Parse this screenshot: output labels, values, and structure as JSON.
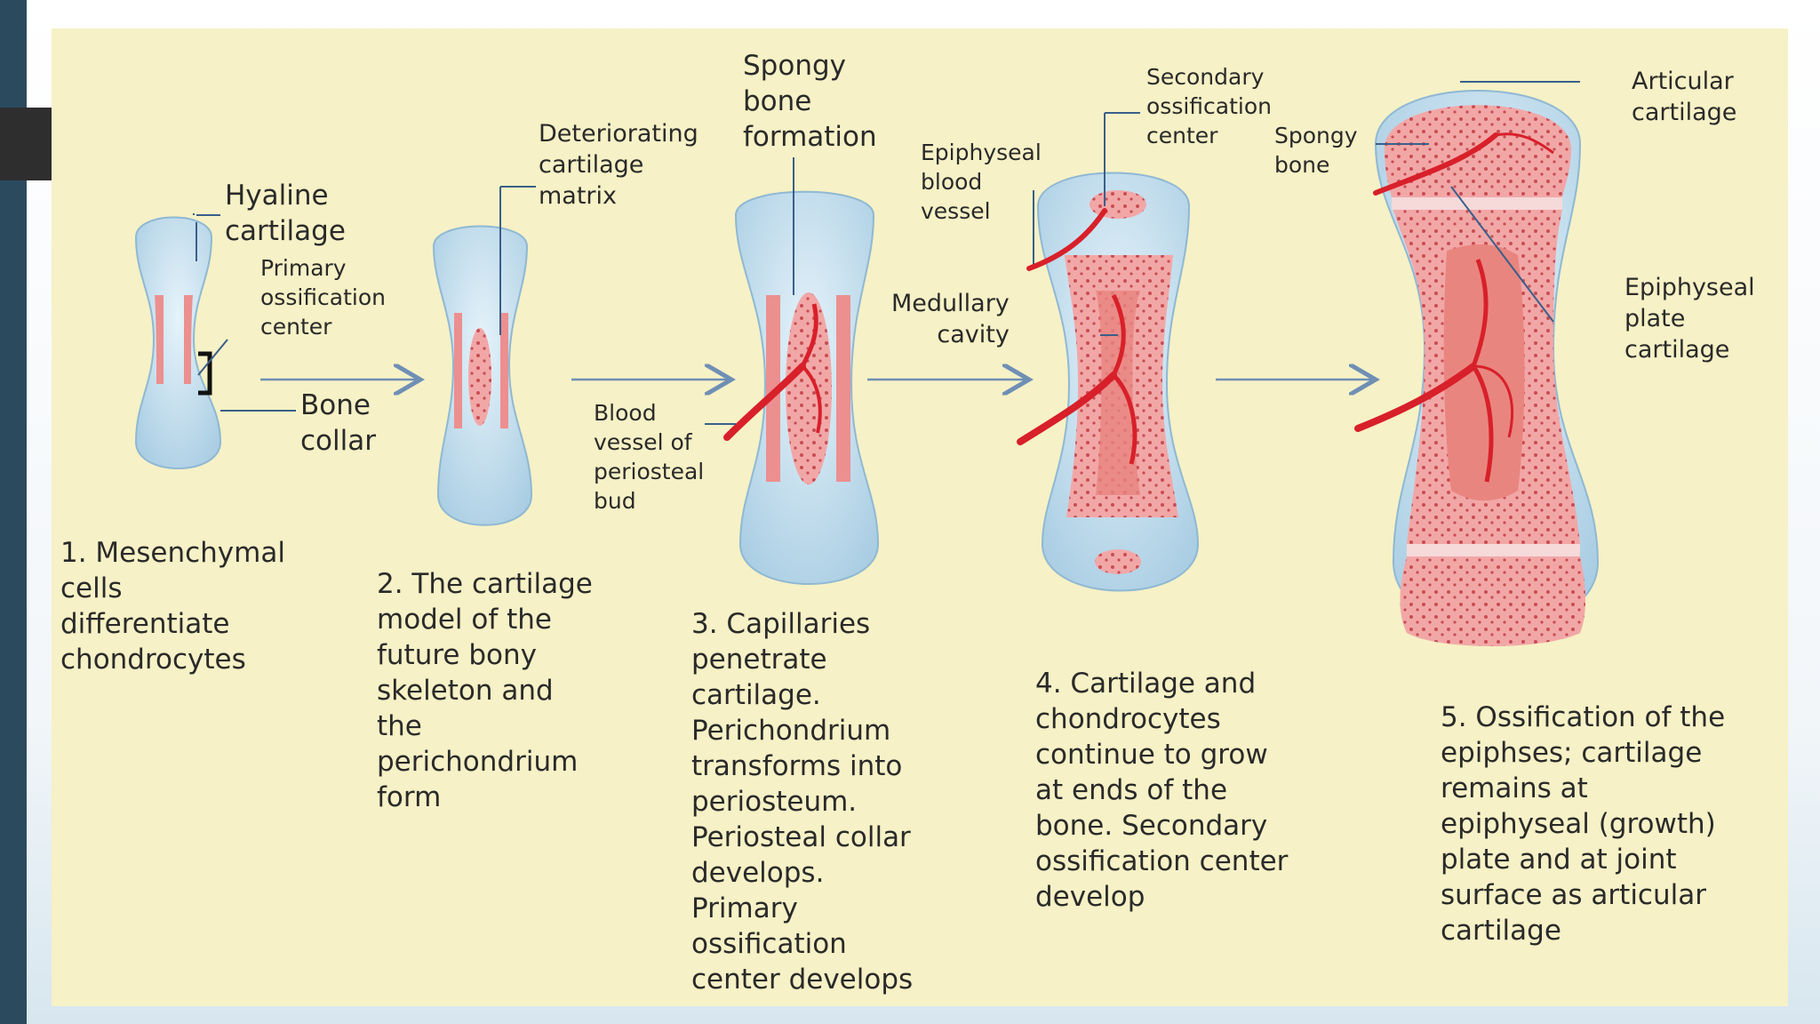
{
  "labels": {
    "hyaline": "Hyaline\ncartilage",
    "primary_center": "Primary\nossification\ncenter",
    "bone_collar": "Bone\ncollar",
    "deteriorating": "Deteriorating\ncartilage\nmatrix",
    "spongy_formation": "Spongy\nbone\nformation",
    "blood_vessel_bud": "Blood\nvessel of\nperiosteal\nbud",
    "epiphyseal_vessel": "Epiphyseal\nblood\nvessel",
    "medullary": "Medullary\ncavity",
    "secondary_center": "Secondary\nossification\ncenter",
    "spongy_bone": "Spongy\nbone",
    "articular": "Articular\ncartilage",
    "epiphyseal_plate": "Epiphyseal\nplate\ncartilage"
  },
  "captions": {
    "step1": "1. Mesenchymal\n    cells\n    differentiate\n    chondrocytes",
    "step2": "2. The cartilage\n    model of the\n    future bony\n    skeleton and\n    the\n    perichondrium\n    form",
    "step3": "3. Capillaries\n    penetrate\n    cartilage.\n    Perichondrium\n    transforms into\n    periosteum.\n    Periosteal collar\n    develops.\n    Primary\n    ossification\n    center develops",
    "step4": "4. Cartilage and\n    chondrocytes\n    continue to grow\n    at ends of the\n    bone. Secondary\n    ossification center\n    develop",
    "step5": "5. Ossification of the\n    epiphses; cartilage\n    remains at\n    epiphyseal (growth)\n    plate and at joint\n    surface as articular\n    cartilage"
  },
  "colors": {
    "panel": "#f6f1c6",
    "cartilage": "#b9d9ea",
    "bone_pink": "#f0a0a0",
    "vessel_red": "#d8202a",
    "arrow": "#6f8fb5"
  }
}
